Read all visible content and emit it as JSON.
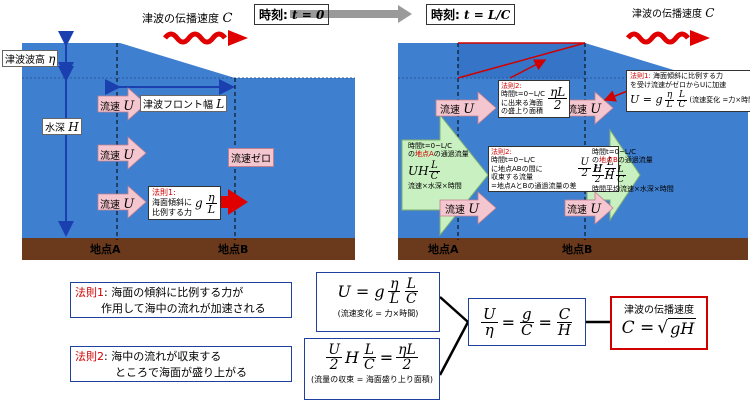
{
  "top": {
    "time_label_left": "時刻:",
    "time_label_right": "時刻:",
    "t_eq_zero": "t = 0",
    "t_eq_LC": "t = L/C",
    "tsunami_speed_left": "津波の伝播速度",
    "tsunami_speed_right": "津波の伝播速度",
    "speed_symbol": "C"
  },
  "left_panel": {
    "wave_height_label": "津波波高",
    "wave_height_symbol": "η",
    "depth_label": "水深",
    "depth_symbol": "H",
    "front_width_label": "津波フロント幅",
    "front_width_symbol": "L",
    "flow_label": "流速",
    "flow_symbol": "U",
    "zero_flow_label": "流速ゼロ",
    "law1_title": "法則1:",
    "law1_line1": "海面傾斜に",
    "law1_line2": "比例する力",
    "law1_g": "g",
    "law1_num": "η",
    "law1_den": "L",
    "pointA": "地点A",
    "pointB": "地点B"
  },
  "right_panel": {
    "flow_label": "流速",
    "flow_symbol": "U",
    "law2_top_title": "法則2:",
    "law2_top_line1": "時間t=0~L/C",
    "law2_top_line2": "に出来る海面",
    "law2_top_line3": "の盛上り面積",
    "law2_top_num": "ηL",
    "law2_top_den": "2",
    "inflow_line1": "時間t=0~L/C",
    "inflow_line2": "の",
    "inflow_line2_red": "地点A",
    "inflow_line2_b": "の通過流量",
    "inflow_formula_lead": "UH",
    "inflow_num": "L",
    "inflow_den": "C",
    "inflow_note": "流速×水深×時間",
    "law2_mid_title": "法則2:",
    "law2_mid_line1": "時間t=0~L/C",
    "law2_mid_line2": "に地点ABの間に",
    "law2_mid_line3": "収束する流量",
    "law2_mid_line4": "=地点AとBの通過流量の差",
    "law2_mid_num1": "U",
    "law2_mid_den1": "2",
    "law2_mid_mid": "H",
    "law2_mid_num2": "L",
    "law2_mid_den2": "C",
    "outflow_line1": "時間t=0~L/C",
    "outflow_line2": "の",
    "outflow_line2_red": "地点B",
    "outflow_line2_b": "の通過流量",
    "outflow_num1": "U",
    "outflow_den1": "2",
    "outflow_mid": "H",
    "outflow_num2": "L",
    "outflow_den2": "C",
    "outflow_note": "時間平均流速×水深×時間",
    "law1_title": "法則1:",
    "law1_line1": "海面傾斜に比例する力",
    "law1_line2": "を受け流速がゼロからUに加速",
    "law1_lhs": "U = g",
    "law1_num1": "η",
    "law1_den1": "L",
    "law1_num2": "L",
    "law1_den2": "C",
    "law1_note": "(流速変化 =力×時間)",
    "pointA": "地点A",
    "pointB": "地点B"
  },
  "bottom": {
    "law1_title": "法則1",
    "law1_line1": ": 海面の傾斜に比例する力が",
    "law1_line2": "作用して海中の流れが加速される",
    "law2_title": "法則2",
    "law2_line1": ": 海中の流れが収束する",
    "law2_line2": "ところで海面が盛り上がる",
    "eq1_lhs": "U = g",
    "eq1_num1": "η",
    "eq1_den1": "L",
    "eq1_num2": "L",
    "eq1_den2": "C",
    "eq1_note": "(流速変化 = 力×時間)",
    "eq2_num1": "U",
    "eq2_den1": "2",
    "eq2_mid": "H",
    "eq2_num2": "L",
    "eq2_den2": "C",
    "eq2_eq": "=",
    "eq2_num3": "ηL",
    "eq2_den3": "2",
    "eq2_note": "(流量の収束 = 海面盛り上り面積)",
    "eq3_num1": "U",
    "eq3_den1": "η",
    "eq3_num2": "g",
    "eq3_den2": "C",
    "eq3_num3": "C",
    "eq3_den3": "H",
    "eq3_eq": "=",
    "result_title": "津波の伝播速度",
    "result_lhs": "C =",
    "result_rad": "gH"
  },
  "colors": {
    "water": "#3f7fd0",
    "seabed": "#6b3a1c",
    "flow_arrow": "#f4c6cf",
    "accent_red": "#d00000",
    "inflow_arrow": "#c9f0c0",
    "border_blue": "#2040a0"
  }
}
